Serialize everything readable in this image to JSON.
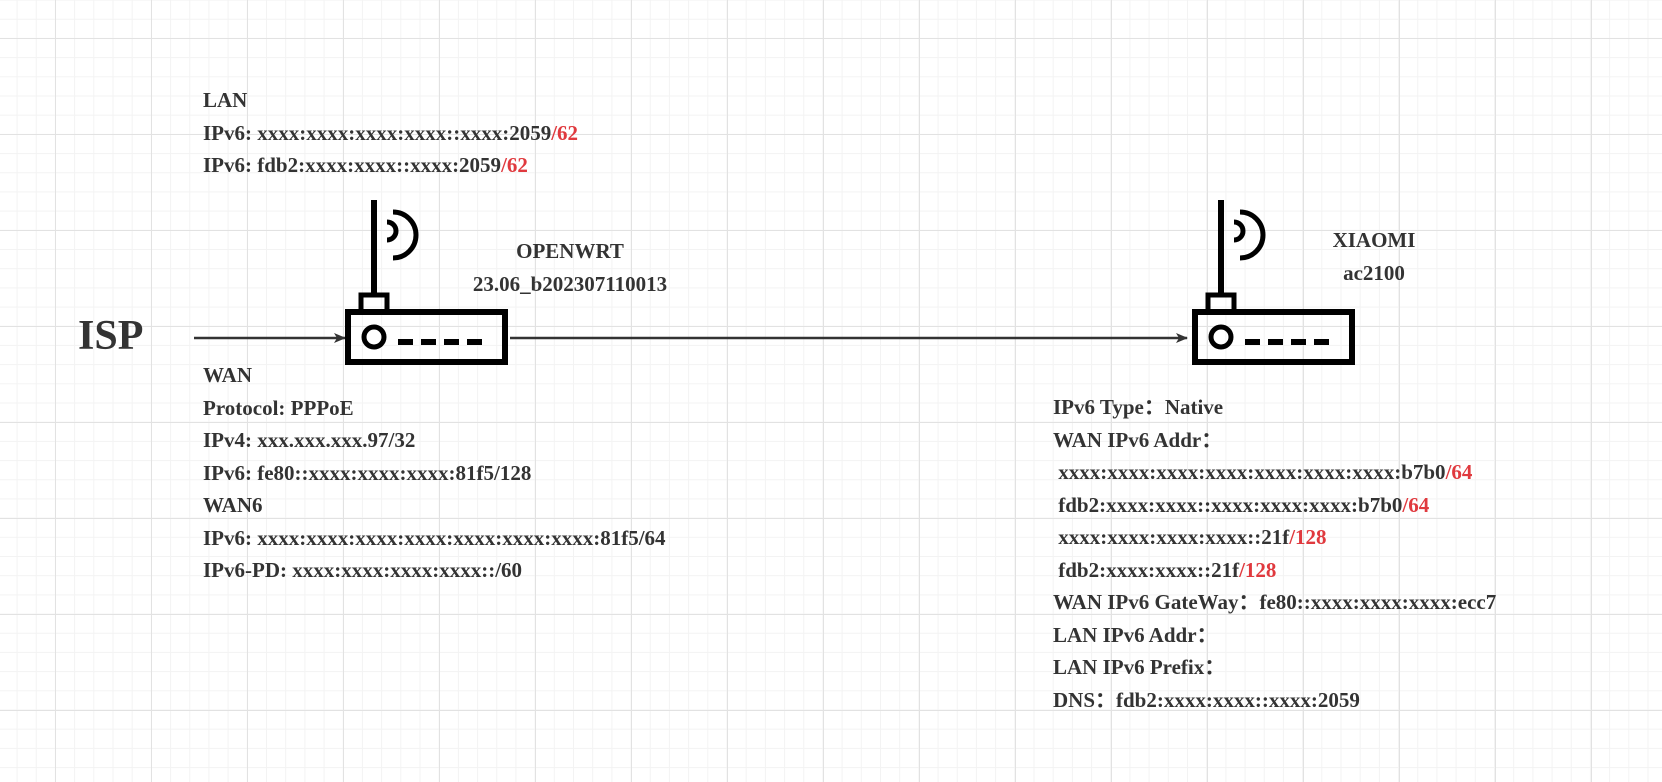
{
  "isp": {
    "label": "ISP"
  },
  "openwrt": {
    "name": "OPENWRT",
    "version": "23.06_b202307110013",
    "lan": {
      "title": "LAN",
      "lines": [
        {
          "text": "IPv6: xxxx:xxxx:xxxx:xxxx::xxxx:2059",
          "suffix": "/62"
        },
        {
          "text": "IPv6: fdb2:xxxx:xxxx::xxxx:2059",
          "suffix": "/62"
        }
      ]
    },
    "wan": {
      "title": "WAN",
      "protocol": "Protocol: PPPoE",
      "ipv4": "IPv4: xxx.xxx.xxx.97/32",
      "ipv6": "IPv6: fe80::xxxx:xxxx:xxxx:81f5/128"
    },
    "wan6": {
      "title": "WAN6",
      "ipv6": "IPv6: xxxx:xxxx:xxxx:xxxx:xxxx:xxxx:xxxx:81f5/64",
      "ipv6_pd": "IPv6-PD: xxxx:xxxx:xxxx:xxxx::/60"
    }
  },
  "xiaomi": {
    "name": "XIAOMI",
    "model": "ac2100",
    "ipv6_type": "IPv6 Type：Native",
    "wan_addr_label": "WAN IPv6 Addr：",
    "wan_addrs": [
      {
        "text": "xxxx:xxxx:xxxx:xxxx:xxxx:xxxx:xxxx:b7b0",
        "suffix": "/64"
      },
      {
        "text": "fdb2:xxxx:xxxx::xxxx:xxxx:xxxx:b7b0",
        "suffix": "/64"
      },
      {
        "text": "xxxx:xxxx:xxxx:xxxx::21f",
        "suffix": "/128"
      },
      {
        "text": "fdb2:xxxx:xxxx::21f",
        "suffix": "/128"
      }
    ],
    "wan_gateway": "WAN IPv6 GateWay：fe80::xxxx:xxxx:xxxx:ecc7",
    "lan_addr": "LAN IPv6 Addr：",
    "lan_prefix": "LAN IPv6 Prefix：",
    "dns": "DNS：fdb2:xxxx:xxxx::xxxx:2059"
  },
  "colors": {
    "text": "#333333",
    "highlight": "#e0393e",
    "line": "#333333"
  }
}
